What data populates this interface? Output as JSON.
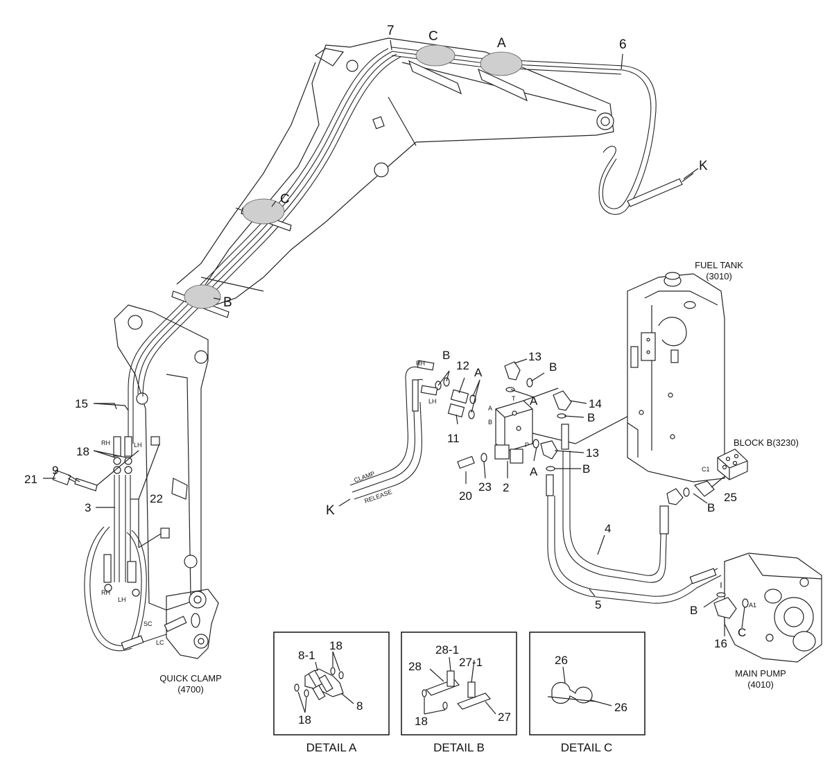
{
  "callouts": {
    "n7": "7",
    "n6": "6",
    "nK_top": "K",
    "nC_top": "C",
    "nA_top": "A",
    "nC_mid": "C",
    "nB_mid": "B",
    "n15": "15",
    "n18": "18",
    "n9": "9",
    "n21": "21",
    "n3": "3",
    "n22": "22",
    "rh1": "RH",
    "lh1": "LH",
    "rh2": "RH",
    "lh2": "LH",
    "sc": "SC",
    "lc": "LC",
    "rh3": "RH",
    "lh3": "LH",
    "nB1": "B",
    "nA1": "A",
    "n12": "12",
    "n11": "11",
    "n13a": "13",
    "nB2": "B",
    "nA2": "A",
    "n14": "14",
    "nB3": "B",
    "n13b": "13",
    "nA3": "A",
    "nB4": "B",
    "n20": "20",
    "n23": "23",
    "n2": "2",
    "nK_bot": "K",
    "clamp": "CLAMP",
    "release": "RELEASE",
    "valveT": "T",
    "valveA": "A",
    "valveB": "B",
    "valveP": "P",
    "n4": "4",
    "n5": "5",
    "nB5": "B",
    "n25": "25",
    "c1": "C1",
    "nB6": "B",
    "nC2": "C",
    "n16": "16",
    "a1": "A1"
  },
  "captions": {
    "fuel_tank": "FUEL TANK",
    "fuel_tank_code": "(3010)",
    "block_b": "BLOCK B(3230)",
    "quick_clamp": "QUICK CLAMP",
    "quick_clamp_code": "(4700)",
    "main_pump": "MAIN PUMP",
    "main_pump_code": "(4010)"
  },
  "details": {
    "a": {
      "title": "DETAIL A",
      "n8_1": "8-1",
      "n18a": "18",
      "n18b": "18",
      "n8": "8"
    },
    "b": {
      "title": "DETAIL B",
      "n28_1": "28-1",
      "n28": "28",
      "n27_1": "27-1",
      "n18": "18",
      "n27": "27"
    },
    "c": {
      "title": "DETAIL C",
      "n26a": "26",
      "n26b": "26"
    }
  }
}
